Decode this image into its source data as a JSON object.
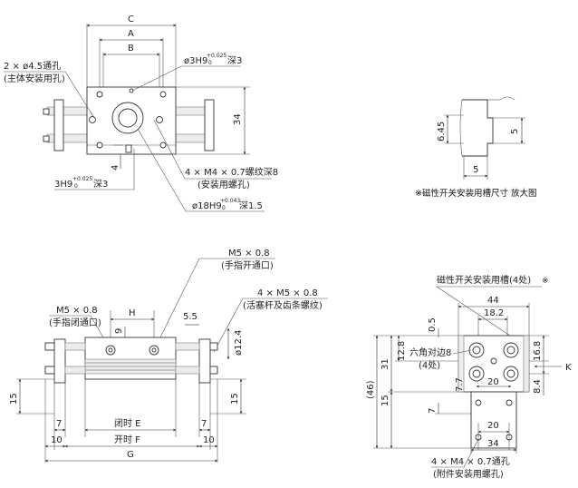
{
  "top_view": {
    "dim_C": "C",
    "dim_A": "A",
    "dim_B": "B",
    "dim_34": "34",
    "dim_4": "4",
    "callout_mount_holes_line1": "2 × ø4.5通孔",
    "callout_mount_holes_line2": "(主体安装用孔)",
    "callout_pin_top_base": "ø3H9",
    "callout_pin_top_tol_upper": "+0.025",
    "callout_pin_top_tol_lower": "0",
    "callout_pin_top_depth": "深3",
    "callout_slot_base": "3H9",
    "callout_slot_tol_upper": "+0.025",
    "callout_slot_tol_lower": "0",
    "callout_slot_depth": "深3",
    "callout_thread_line1": "4 × M4 × 0.7螺纹深8",
    "callout_thread_line2": "(安装用螺孔)",
    "callout_bore_base": "ø18H9",
    "callout_bore_tol_upper": "+0.043",
    "callout_bore_tol_lower": "0",
    "callout_bore_depth": "深1.5"
  },
  "detail_view": {
    "dim_645": "6.45",
    "dim_5_vertical": "5",
    "dim_5_horizontal": "5",
    "caption": "※磁性开关安装用槽尺寸  放大图"
  },
  "front_view": {
    "callout_open_port_line1": "M5 × 0.8",
    "callout_open_port_line2": "(手指开通口)",
    "callout_close_port_line1": "M5 × 0.8",
    "callout_close_port_line2": "(手指闭通口)",
    "callout_piston_line1": "4 × M5 × 0.8",
    "callout_piston_line2": "(活塞杆及齿条螺纹)",
    "dim_H": "H",
    "dim_9": "9",
    "dim_55": "5.5",
    "dim_phi124": "ø12.4",
    "dim_15_left": "15",
    "dim_15_right": "15",
    "dim_7_left": "7",
    "dim_7_right": "7",
    "dim_10_left": "10",
    "dim_10_right": "10",
    "label_closed": "闭时 E",
    "label_open": "开时 F",
    "dim_G": "G"
  },
  "side_view": {
    "callout_slot": "磁性开关安装用槽(4处)",
    "callout_slot_mark": "※",
    "dim_44": "44",
    "dim_182": "18.2",
    "dim_05": "0.5",
    "dim_128": "12.8",
    "dim_31": "31",
    "dim_46": "(46)",
    "dim_15": "15",
    "dim_7": "7",
    "dim_168": "16.8",
    "dim_84": "8.4",
    "dim_77": "7.7",
    "dim_20_inner": "20",
    "dim_20_lower": "20",
    "dim_34": "34",
    "hex_label_line1": "六角对边8",
    "hex_label_line2": "(4处)",
    "arrow_K": "K",
    "callout_thru_line1": "4 × M4 × 0.7通孔",
    "callout_thru_line2": "(附件安装用螺孔)"
  }
}
